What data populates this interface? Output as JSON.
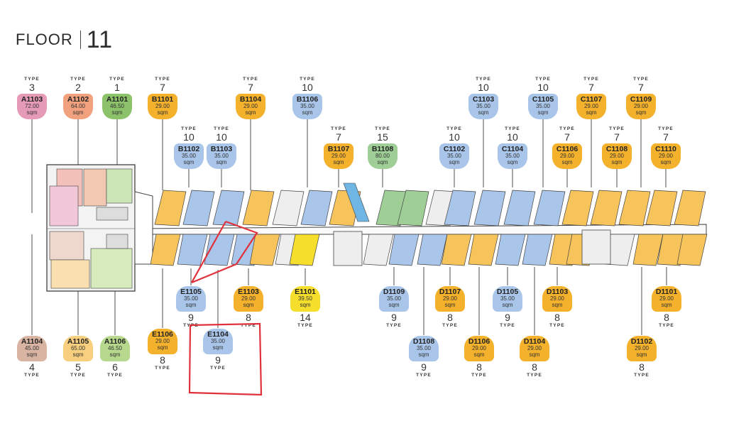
{
  "title": {
    "word": "FLOOR",
    "number": "11"
  },
  "type_label": "TYPE",
  "colors": {
    "pink": "#e59ab6",
    "salmon": "#f1a17e",
    "green": "#8cc26a",
    "orange": "#f4b12c",
    "blue": "#a9c6ea",
    "sage": "#9fcf96",
    "yellow": "#f5de2c",
    "tan": "#d9b4a2",
    "lightorange": "#f8cf7e",
    "lightgreen": "#b7d98d",
    "highlight": "#e0323c"
  },
  "units": [
    {
      "id": "A1103",
      "type": "3",
      "area": "72.00",
      "sqm": "sqm",
      "color": "pink"
    },
    {
      "id": "A1102",
      "type": "2",
      "area": "64.00",
      "sqm": "sqm",
      "color": "salmon"
    },
    {
      "id": "A1101",
      "type": "1",
      "area": "46.50",
      "sqm": "sqm",
      "color": "green"
    },
    {
      "id": "B1101",
      "type": "7",
      "area": "29.00",
      "sqm": "sqm",
      "color": "orange"
    },
    {
      "id": "B1102",
      "type": "10",
      "area": "35.00",
      "sqm": "sqm",
      "color": "blue"
    },
    {
      "id": "B1103",
      "type": "10",
      "area": "35.00",
      "sqm": "sqm",
      "color": "blue"
    },
    {
      "id": "B1104",
      "type": "7",
      "area": "29.00",
      "sqm": "sqm",
      "color": "orange"
    },
    {
      "id": "B1106",
      "type": "10",
      "area": "35.00",
      "sqm": "sqm",
      "color": "blue"
    },
    {
      "id": "B1107",
      "type": "7",
      "area": "29.00",
      "sqm": "sqm",
      "color": "orange"
    },
    {
      "id": "B1108",
      "type": "15",
      "area": "80.00",
      "sqm": "sqm",
      "color": "sage"
    },
    {
      "id": "C1102",
      "type": "10",
      "area": "35.00",
      "sqm": "sqm",
      "color": "blue"
    },
    {
      "id": "C1103",
      "type": "10",
      "area": "35.00",
      "sqm": "sqm",
      "color": "blue"
    },
    {
      "id": "C1104",
      "type": "10",
      "area": "35.00",
      "sqm": "sqm",
      "color": "blue"
    },
    {
      "id": "C1105",
      "type": "10",
      "area": "35.00",
      "sqm": "sqm",
      "color": "blue"
    },
    {
      "id": "C1106",
      "type": "7",
      "area": "29.00",
      "sqm": "sqm",
      "color": "orange"
    },
    {
      "id": "C1107",
      "type": "7",
      "area": "29.00",
      "sqm": "sqm",
      "color": "orange"
    },
    {
      "id": "C1108",
      "type": "7",
      "area": "29.00",
      "sqm": "sqm",
      "color": "orange"
    },
    {
      "id": "C1109",
      "type": "7",
      "area": "29.00",
      "sqm": "sqm",
      "color": "orange"
    },
    {
      "id": "C1110",
      "type": "7",
      "area": "29.00",
      "sqm": "sqm",
      "color": "orange"
    },
    {
      "id": "E1105",
      "type": "9",
      "area": "35.00",
      "sqm": "sqm",
      "color": "blue"
    },
    {
      "id": "E1103",
      "type": "8",
      "area": "29.00",
      "sqm": "sqm",
      "color": "orange"
    },
    {
      "id": "E1101",
      "type": "14",
      "area": "39.50",
      "sqm": "sqm",
      "color": "yellow"
    },
    {
      "id": "D1109",
      "type": "9",
      "area": "35.00",
      "sqm": "sqm",
      "color": "blue"
    },
    {
      "id": "D1107",
      "type": "8",
      "area": "29.00",
      "sqm": "sqm",
      "color": "orange"
    },
    {
      "id": "D1105",
      "type": "9",
      "area": "35.00",
      "sqm": "sqm",
      "color": "blue"
    },
    {
      "id": "D1103",
      "type": "8",
      "area": "29.00",
      "sqm": "sqm",
      "color": "orange"
    },
    {
      "id": "D1101",
      "type": "8",
      "area": "29.00",
      "sqm": "sqm",
      "color": "orange"
    },
    {
      "id": "A1104",
      "type": "4",
      "area": "45.00",
      "sqm": "sqm",
      "color": "tan"
    },
    {
      "id": "A1105",
      "type": "5",
      "area": "65.00",
      "sqm": "sqm",
      "color": "lightorange"
    },
    {
      "id": "A1106",
      "type": "6",
      "area": "46.50",
      "sqm": "sqm",
      "color": "lightgreen"
    },
    {
      "id": "E1106",
      "type": "8",
      "area": "29.00",
      "sqm": "sqm",
      "color": "orange"
    },
    {
      "id": "E1104",
      "type": "9",
      "area": "35.00",
      "sqm": "sqm",
      "color": "blue"
    },
    {
      "id": "D1108",
      "type": "9",
      "area": "35.00",
      "sqm": "sqm",
      "color": "blue"
    },
    {
      "id": "D1106",
      "type": "8",
      "area": "29.00",
      "sqm": "sqm",
      "color": "orange"
    },
    {
      "id": "D1104",
      "type": "8",
      "area": "29.00",
      "sqm": "sqm",
      "color": "orange"
    },
    {
      "id": "D1102",
      "type": "8",
      "area": "29.00",
      "sqm": "sqm",
      "color": "orange"
    }
  ]
}
